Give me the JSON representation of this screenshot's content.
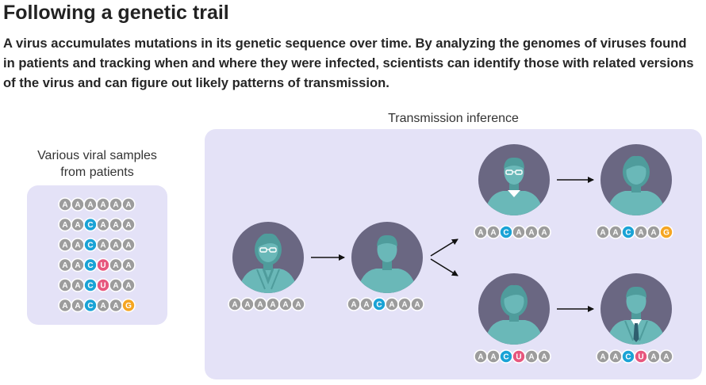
{
  "header": {
    "title": "Following a genetic trail",
    "description": "A virus accumulates mutations in its genetic sequence over time. By analyzing the genomes of viruses found in patients and tracking when and where they were infected, scientists can identify those with related versions of the virus and can figure out likely patterns of transmission."
  },
  "samples_panel": {
    "label_line1": "Various viral samples",
    "label_line2": "from patients",
    "sequences": [
      "AAAAAA",
      "AACAAA",
      "AACAAA",
      "AACUAA",
      "AACUAA",
      "AACAAG"
    ]
  },
  "inference_panel": {
    "label": "Transmission inference",
    "patients": [
      {
        "id": "p1",
        "figure": "woman-glasses-jacket",
        "sequence": "AAAAAA"
      },
      {
        "id": "p2",
        "figure": "man-short-hair",
        "sequence": "AACAAA"
      },
      {
        "id": "p3",
        "figure": "man-glasses-collar",
        "sequence": "AACAAA"
      },
      {
        "id": "p4",
        "figure": "woman-bob-hair",
        "sequence": "AACAAG"
      },
      {
        "id": "p5",
        "figure": "woman-short-hair",
        "sequence": "AACUAA"
      },
      {
        "id": "p6",
        "figure": "man-suit-tie",
        "sequence": "AACUAA"
      }
    ],
    "arrows": [
      [
        "p1",
        "p2"
      ],
      [
        "p2",
        "p3"
      ],
      [
        "p2",
        "p5"
      ],
      [
        "p3",
        "p4"
      ],
      [
        "p5",
        "p6"
      ]
    ]
  },
  "colors": {
    "A": "#9c9c9c",
    "C": "#1aa3d6",
    "U": "#e7577e",
    "G": "#f5a623",
    "panel_bg": "#e4e2f7",
    "circle_bg": "#6a6782",
    "figure": "#6ab8b8",
    "figure_dark": "#4f9c9c",
    "arrow": "#111111"
  }
}
